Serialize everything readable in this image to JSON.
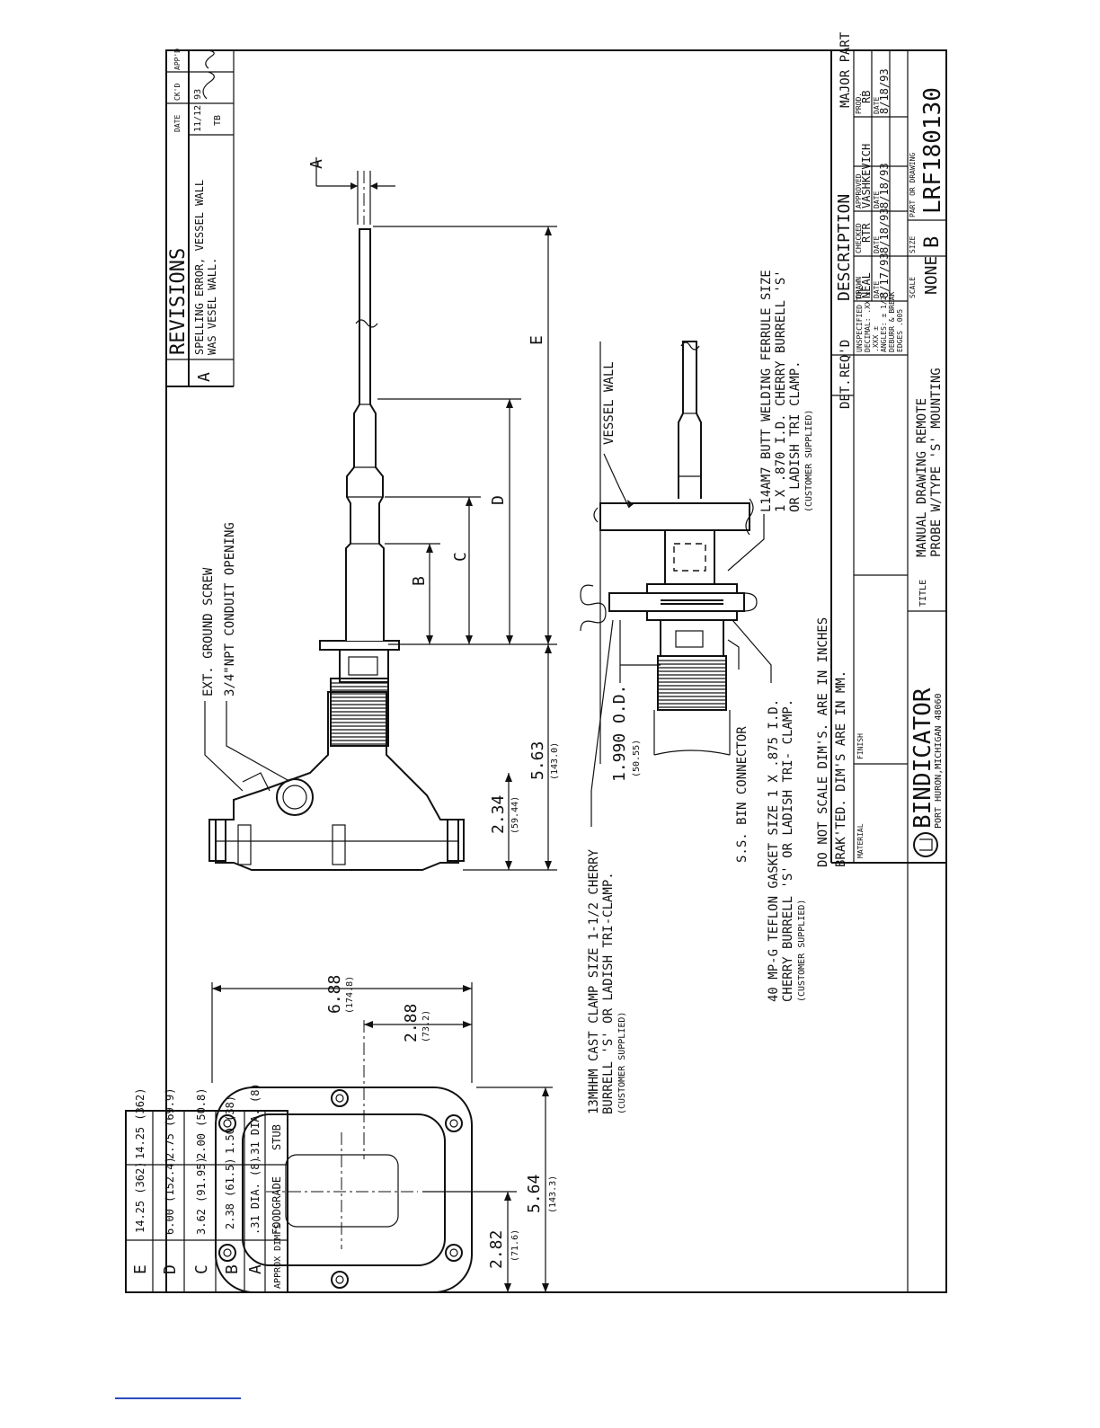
{
  "revisions": {
    "header": "REVISIONS",
    "rev_letter": "A",
    "rev_text_1": "SPELLING ERROR, VESSEL WALL",
    "rev_text_2": "WAS VESEL WALL.",
    "date_label": "DATE",
    "ckd_label": "CK'D",
    "appd_label": "APP'D",
    "date_value": "11/12 93",
    "ckd_value": "TB"
  },
  "labels": {
    "ground_screw": "EXT. GROUND SCREW",
    "conduit": "3/4\"NPT CONDUIT OPENING",
    "vessel_wall": "VESSEL WALL",
    "ferrule_1": "L14AM7 BUTT WELDING FERRULE SIZE",
    "ferrule_2": "1 X .870 I.D. CHERRY BURRELL 'S'",
    "ferrule_3": "OR LADISH TRI CLAMP.",
    "ferrule_4": "(CUSTOMER SUPPLIED)",
    "bin_connector": "S.S. BIN CONNECTOR",
    "gasket_1": "40 MP-G TEFLON GASKET SIZE 1 X .875 I.D.",
    "gasket_2": "CHERRY BURRELL 'S' OR LADISH TRI- CLAMP.",
    "gasket_3": "(CUSTOMER SUPPLIED)",
    "clamp_1": "13MHHM CAST CLAMP SIZE 1-1/2 CHERRY",
    "clamp_2": "BURRELL 'S' OR LADISH TRI-CLAMP.",
    "clamp_3": "(CUSTOMER SUPPLIED)",
    "note_1": "DO NOT SCALE DIM'S. ARE IN INCHES",
    "note_2": "BRAK'TED. DIM'S ARE IN MM.",
    "section_a": "A"
  },
  "dims": {
    "od": "1.990 O.D.",
    "od_mm": "(50.55)",
    "d234": "2.34",
    "d234_mm": "(59.44)",
    "d563": "5.63",
    "d563_mm": "(143.0)",
    "d688": "6.88",
    "d688_mm": "(174.8)",
    "d288": "2.88",
    "d288_mm": "(73.2)",
    "d282": "2.82",
    "d282_mm": "(71.6)",
    "d564": "5.64",
    "d564_mm": "(143.3)",
    "letter_b": "B",
    "letter_c": "C",
    "letter_d": "D",
    "letter_e": "E"
  },
  "dim_table": {
    "row_labels": [
      "E",
      "D",
      "C",
      "B",
      "A",
      "APPROX DIM'S"
    ],
    "foodgrade": [
      "14.25 (362)",
      "6.00 (152.4)",
      "3.62 (91.95)",
      "2.38 (61.5)",
      ".31 DIA. (8)",
      "FOODGRADE"
    ],
    "stub": [
      "14.25 (362)",
      "2.75 (69.9)",
      "2.00 (50.8)",
      "1.50 (38)",
      ".31 DIA. (8)",
      "STUB"
    ]
  },
  "title_block": {
    "det": "DET.",
    "reqd": "REQ'D",
    "description": "DESCRIPTION",
    "major_part": "MAJOR PART",
    "tol_1": "UNSPECIFIED TOL.",
    "tol_2": "DECIMAL: .XX ±",
    "tol_3": ".XXX ±",
    "tol_4": "ANGLES: ± 1/2°",
    "tol_5": "DEBURR & BREAK",
    "tol_6": "EDGES .005",
    "drawn_label": "DRAWN",
    "drawn_value": "NEAL",
    "checked_label": "CHECKED",
    "checked_value": "RTR",
    "approved_label": "APPROVED",
    "approved_value": "VASHKEVICH",
    "prod_label": "PROD.",
    "prod_value": "RB",
    "date_label": "DATE",
    "date_drawn": "8/17/93",
    "date_checked": "8/18/93",
    "date_approved": "8/18/93",
    "date_prod": "8/18/93",
    "material": "MATERIAL",
    "finish": "FINISH",
    "company": "BINDICATOR",
    "address": "PORT HURON,MICHIGAN 48060",
    "title_label": "TITLE",
    "title_1": "MANUAL DRAWING REMOTE",
    "title_2": "PROBE W/TYPE 'S' MOUNTING",
    "scale_label": "SCALE",
    "scale_value": "NONE",
    "size_label": "SIZE",
    "size_value": "B",
    "part_label": "PART OR DRAWING",
    "part_value": "LRF180130"
  }
}
